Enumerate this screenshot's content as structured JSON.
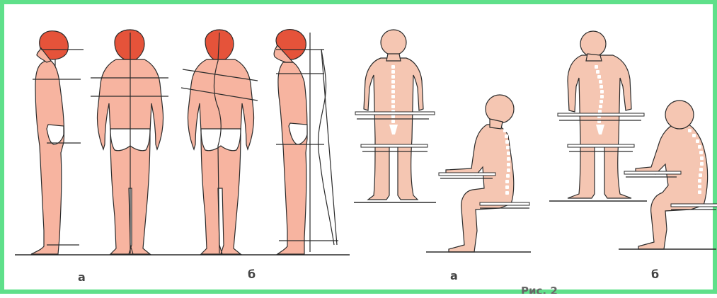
{
  "figures": {
    "posture_labels": {
      "a": "а",
      "b": "б"
    },
    "sitting_labels": {
      "a": "а",
      "b": "б"
    }
  },
  "caption_fragment": "Рис. 2",
  "colors": {
    "skin": "#f7b4a0",
    "skin_seated": "#f5c6b2",
    "hair": "#e5533a",
    "outline": "#2b2b2b",
    "border": "#5fe08a",
    "spine": "#ffffff"
  }
}
